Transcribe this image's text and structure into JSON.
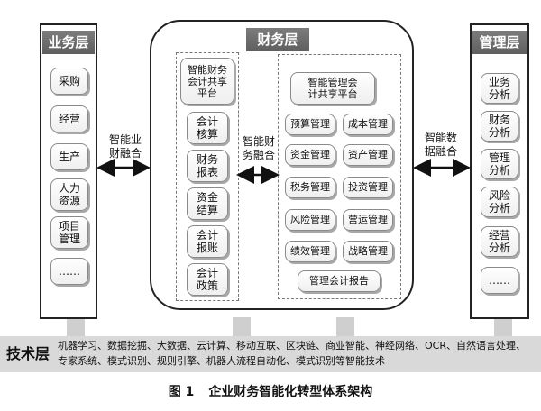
{
  "business_layer": {
    "title": "业务层",
    "items": [
      "采购",
      "经营",
      "生产",
      "人力\n资源",
      "项目\n管理",
      "……"
    ]
  },
  "finance_layer": {
    "title": "财务层",
    "left_platform": {
      "title": "智能财务\n会计共享\n平台",
      "items": [
        "会计\n核算",
        "财务\n报表",
        "资金\n结算",
        "会计\n报账",
        "会计\n政策"
      ]
    },
    "right_platform": {
      "title": "智能管理会\n计共享平台",
      "items": [
        "预算管理",
        "成本管理",
        "资金管理",
        "资产管理",
        "税务管理",
        "投资管理",
        "风险管理",
        "营运管理",
        "绩效管理",
        "战略管理"
      ],
      "report": "管理会计报告"
    }
  },
  "management_layer": {
    "title": "管理层",
    "items": [
      "业务\n分析",
      "财务\n分析",
      "管理\n分析",
      "风险\n分析",
      "经营\n分析",
      "……"
    ]
  },
  "connectors": {
    "business_finance": "智能业\n财融合",
    "finance_internal": "智能财\n务融合",
    "data_fusion": "智能数\n据融合"
  },
  "tech_layer": {
    "title": "技术层",
    "text": "机器学习、数据挖掘、大数据、云计算、移动互联、区块链、商业智能、神经网络、OCR、自然语言处理、\n专家系统、模式识别、规则引擎、机器人流程自动化、模式识别等智能技术"
  },
  "caption": {
    "figure_no": "图 1",
    "title": "企业财务智能化转型体系架构"
  }
}
